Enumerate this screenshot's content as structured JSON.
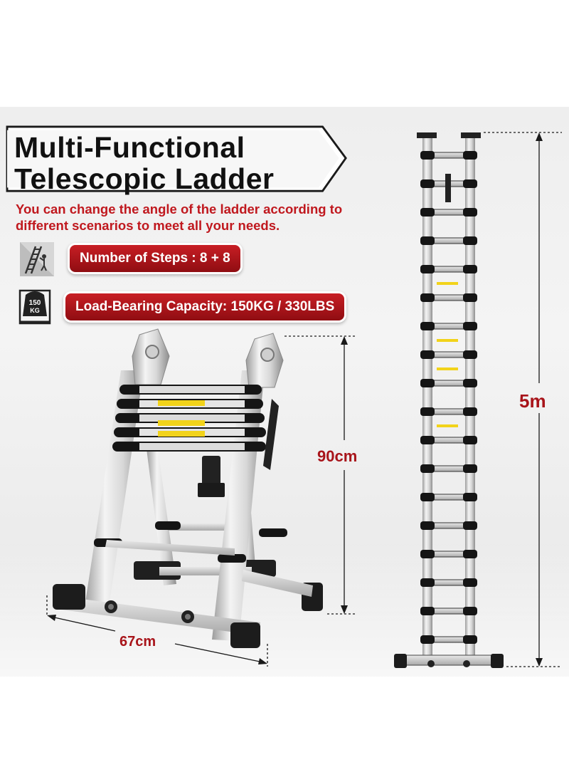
{
  "title": {
    "line1": "Multi-Functional",
    "line2": "Telescopic Ladder"
  },
  "subtitle": "You can change the angle of the ladder according to different scenarios to meet all your needs.",
  "features": [
    {
      "icon": "ladder-steps-icon",
      "label": "Number of Steps : 8 + 8"
    },
    {
      "icon": "weight-capacity-icon",
      "icon_text": "150 KG",
      "label": "Load-Bearing Capacity: 150KG / 330LBS"
    }
  ],
  "dimensions": {
    "height_a_frame": "90cm",
    "width_base": "67cm",
    "height_extended": "5m"
  },
  "colors": {
    "accent": "#c0181e",
    "pill": "#a8141a",
    "title": "#111111"
  }
}
